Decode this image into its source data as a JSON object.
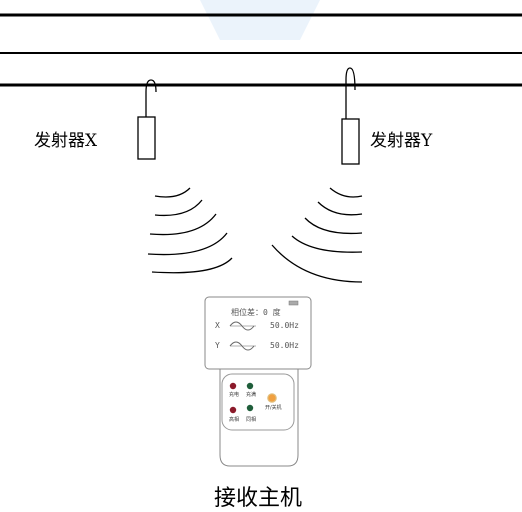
{
  "transmitters": {
    "x_label": "发射器X",
    "y_label": "发射器Y"
  },
  "receiver": {
    "title": "接收主机",
    "display": {
      "phase_line": "相位差：0 度",
      "x_channel": "X",
      "x_frequency": "50.0Hz",
      "y_channel": "Y",
      "y_frequency": "50.0Hz"
    },
    "buttons": [
      {
        "label": "充电",
        "color": "#8b1a2a"
      },
      {
        "label": "充满",
        "color": "#1f5e3a"
      },
      {
        "label": "开/关机",
        "color": "#f0a040"
      },
      {
        "label": "高相",
        "color": "#8b1a2a"
      },
      {
        "label": "同相",
        "color": "#1f5e3a"
      }
    ]
  },
  "colors": {
    "line": "#000000",
    "device_border": "#888888",
    "device_fill": "#ffffff",
    "background_watermark": "#cfe0f3"
  }
}
